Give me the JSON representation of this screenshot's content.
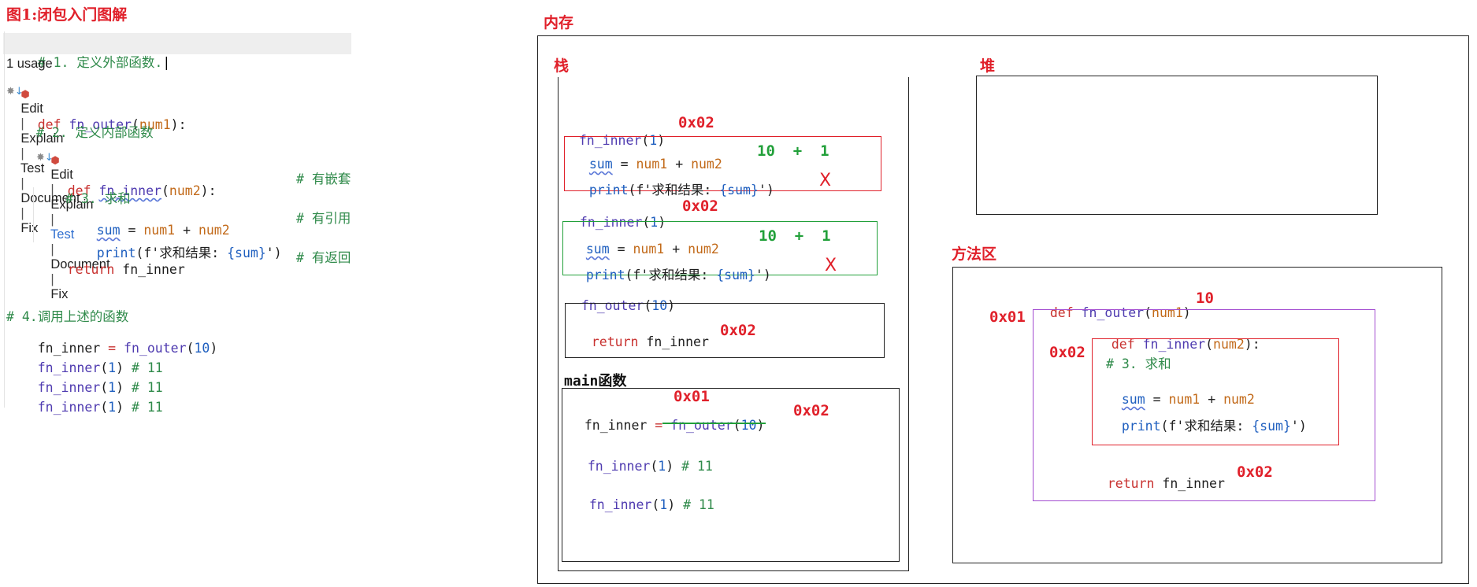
{
  "figure_title": "图1:闭包入门图解",
  "code_editor": {
    "line_comment1": "# 1. 定义外部函数.",
    "usage": "1 usage",
    "actions": [
      "Edit",
      "Explain",
      "Test",
      "Document",
      "Fix"
    ],
    "def_outer_kw": "def",
    "def_outer_name": "fn_outer",
    "def_outer_param": "num1",
    "comment2": "# 2. 定义内部函数",
    "def_inner_kw": "def",
    "def_inner_name": "fn_inner",
    "def_inner_param": "num2",
    "note_nested": "# 有嵌套",
    "comment3": "# 3. 求和",
    "sum_var": "sum",
    "sum_expr_op": "=",
    "sum_expr_a": "num1",
    "sum_expr_plus": "+",
    "sum_expr_b": "num2",
    "note_ref": "# 有引用",
    "print_fn": "print",
    "print_str_pre": "(f'求和结果: ",
    "print_brace": "{sum}",
    "print_str_post": "')",
    "return_kw": "return",
    "return_val": "fn_inner",
    "note_return": "# 有返回",
    "comment4": "# 4.调用上述的函数",
    "call_assign_var": "fn_inner",
    "call_assign_fn": "fn_outer",
    "call_assign_arg": "10",
    "call_line_fn": "fn_inner",
    "call_line_arg": "1",
    "call_line_comment": "# 11"
  },
  "memory": {
    "label": "内存",
    "stack_label": "栈",
    "heap_label": "堆",
    "method_area_label": "方法区",
    "main_label": "main函数",
    "frame1": {
      "header_fn": "fn_inner",
      "header_arg": "1",
      "addr": "0x02",
      "calc": "10  +  1",
      "cross": "X"
    },
    "frame2": {
      "header_fn": "fn_inner",
      "header_arg": "1",
      "addr": "0x02",
      "calc": "10  +  1",
      "cross": "X"
    },
    "frame_outer": {
      "header_fn": "fn_outer",
      "header_arg": "10",
      "return_kw": "return",
      "return_val": "fn_inner",
      "addr": "0x02"
    },
    "main_frame": {
      "addr_above": "0x01",
      "assign_var": "fn_inner",
      "assign_fn": "fn_outer",
      "assign_arg": "10",
      "addr_right": "0x02",
      "call_fn": "fn_inner",
      "call_arg": "1",
      "call_comment": "# 11"
    },
    "method_area": {
      "outer_addr": "0x01",
      "outer_value": "10",
      "inner_addr": "0x02",
      "return_addr": "0x02"
    }
  },
  "colors": {
    "accent_red": "#e0202a",
    "box_green": "#22a03a",
    "box_purple": "#a24bd0"
  }
}
